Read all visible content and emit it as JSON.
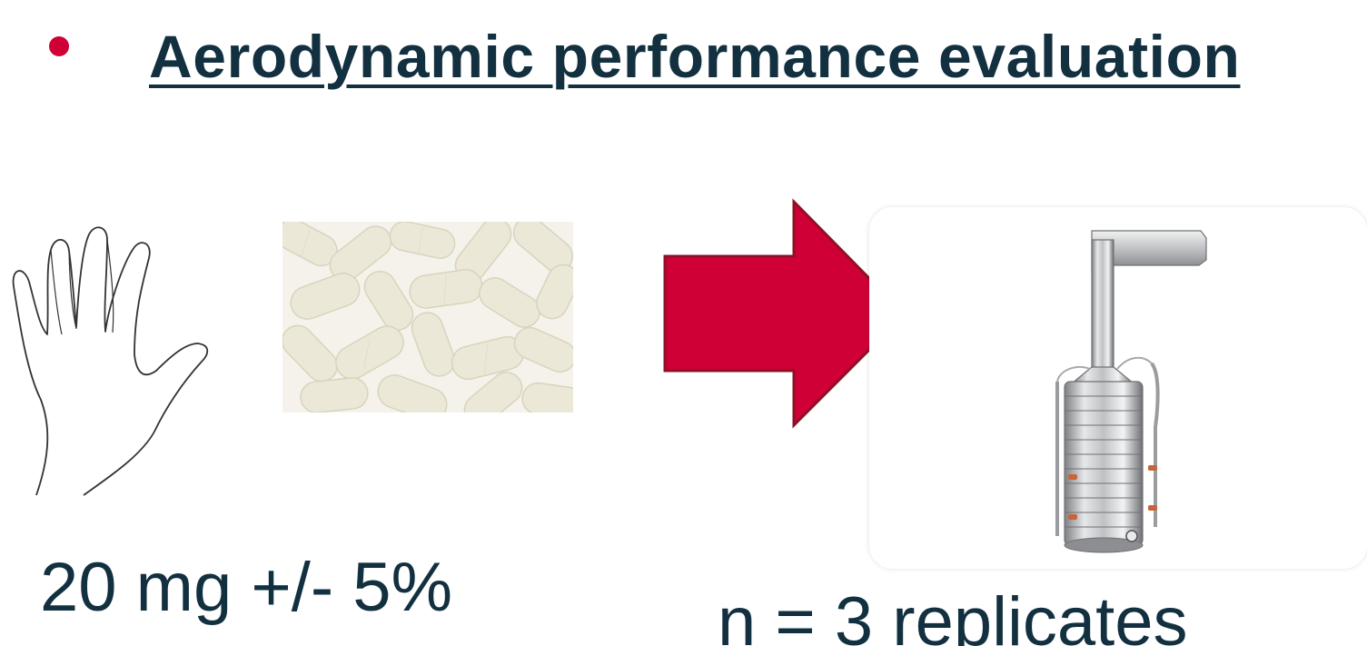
{
  "slide": {
    "title": "Aerodynamic performance evaluation",
    "dose_label": "20 mg +/- 5%",
    "replicates_label": "n = 3 replicates"
  },
  "colors": {
    "accent": "#cf0036",
    "text": "#12303f"
  },
  "icons": {
    "bullet": "bullet-dot",
    "hand": "hand-outline-icon",
    "capsules": "capsules-image",
    "arrow": "right-arrow-icon",
    "device": "cascade-impactor-image"
  }
}
